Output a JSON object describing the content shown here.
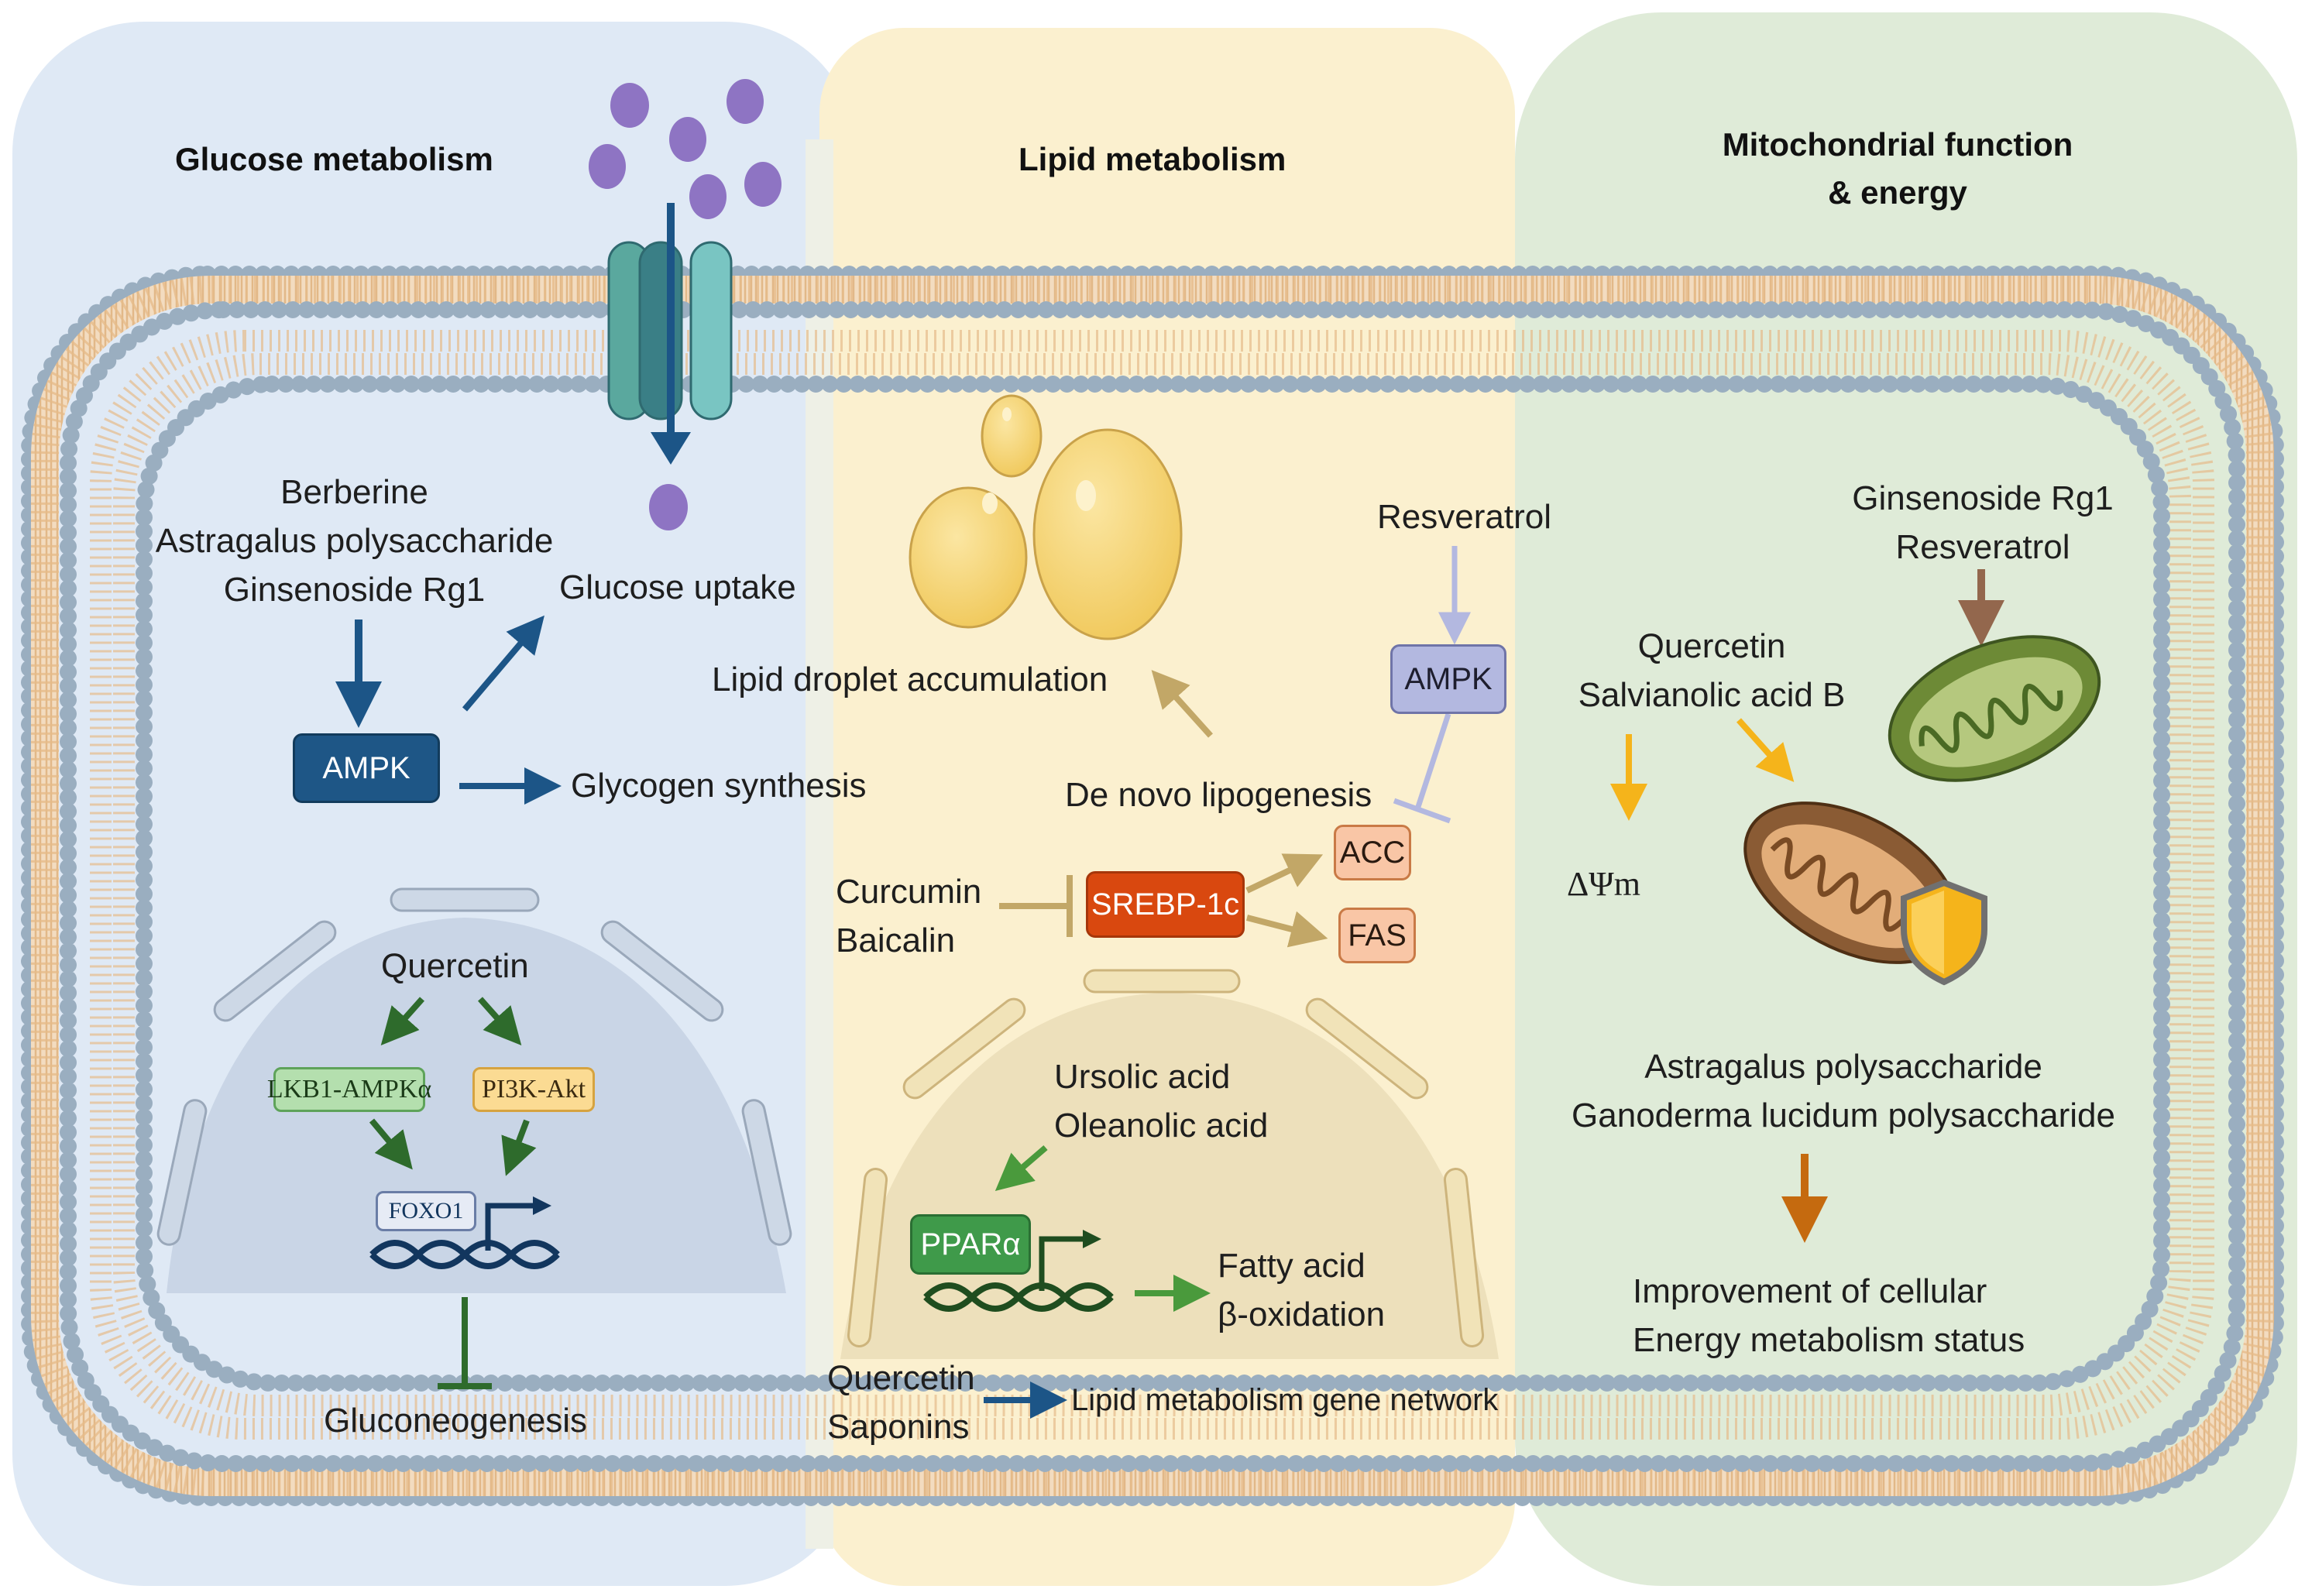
{
  "panels": {
    "glucose": {
      "title": "Glucose metabolism",
      "inputs": [
        "Berberine",
        "Astragalus polysaccharide",
        "Ginsenoside Rg1"
      ],
      "ampk": "AMPK",
      "glucose_uptake": "Glucose uptake",
      "glycogen_synthesis": "Glycogen synthesis",
      "nucleus_input": "Quercetin",
      "lkb1": "LKB1-AMPKα",
      "pi3k": "PI3K-Akt",
      "foxo1": "FOXO1",
      "gluconeogenesis": "Gluconeogenesis"
    },
    "lipid": {
      "title": "Lipid metabolism",
      "lipid_droplet": "Lipid droplet accumulation",
      "resveratrol": "Resveratrol",
      "ampk": "AMPK",
      "de_novo": "De  novo lipogenesis",
      "inhibitors": [
        "Curcumin",
        "Baicalin"
      ],
      "srebp": "SREBP-1c",
      "acc": "ACC",
      "fas": "FAS",
      "nucleus_inputs": [
        "Ursolic acid",
        "Oleanolic acid"
      ],
      "ppar": "PPARα",
      "fatty_acid": [
        "Fatty acid",
        "β-oxidation"
      ],
      "bottom_inputs": [
        "Quercetin",
        "Saponins"
      ],
      "gene_network": "Lipid metabolism gene network"
    },
    "mito": {
      "title_lines": [
        "Mitochondrial function",
        "& energy"
      ],
      "top_inputs": [
        "Ginsenoside Rg1",
        "Resveratrol"
      ],
      "mid_inputs": [
        "Quercetin",
        "Salvianolic acid B"
      ],
      "delta_psi": "ΔΨm",
      "poly_inputs": [
        "Astragalus polysaccharide",
        "Ganoderma lucidum polysaccharide"
      ],
      "result": [
        "Improvement of cellular",
        "Energy metabolism status"
      ]
    }
  },
  "colors": {
    "glucose_bg": "#dfe9f5",
    "lipid_bg": "#fbf0cf",
    "mito_bg": "#dfebd8",
    "membrane_head": "#9aaec0",
    "membrane_tail": "#e8c8a0",
    "ampk_blue": "#1e5686",
    "arrow_blue": "#1c5587",
    "arrow_green": "#2e6b2c",
    "srebp_orange": "#d9480f",
    "arrow_tan": "#c2a767",
    "ampk_lavender": "#b3b8e0",
    "arrow_yellow": "#f5b41b",
    "arrow_brown": "#93674d",
    "arrow_darkorange": "#c56a0f",
    "ppar_green": "#3f9a4a",
    "lipid_yellow": "#f6d77a"
  },
  "icons": [
    "glucose-transporter-icon",
    "glucose-molecule-icon",
    "lipid-droplet-icon",
    "mitochondrion-icon",
    "shield-icon",
    "dna-helix-icon",
    "transcription-start-arrow-icon"
  ]
}
